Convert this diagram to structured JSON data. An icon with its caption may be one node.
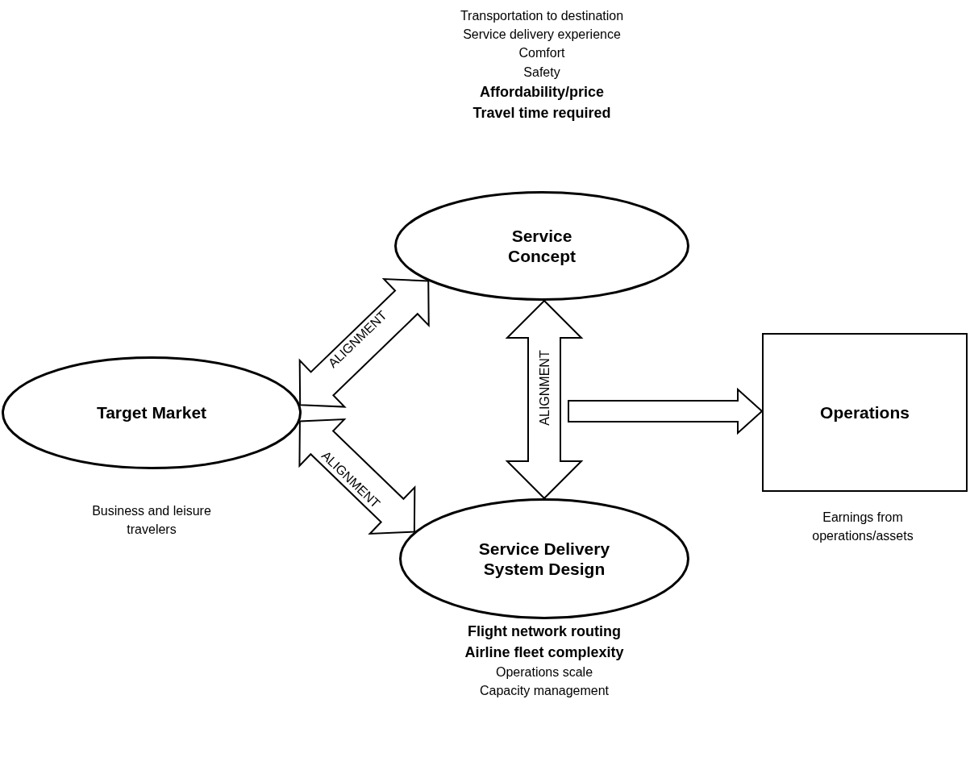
{
  "diagram": {
    "nodes": [
      {
        "text": [
          "Service Concept"
        ],
        "beside": [
          "Transportation to destination",
          "Service delivery experience",
          "Comfort",
          "Safety",
          "**Affordability/price**",
          "**Travel time required**"
        ]
      },
      {
        "text": [
          "Target Market"
        ],
        "beside": [
          "Business and leisure travelers"
        ]
      },
      {
        "text": [
          "Operations"
        ],
        "beside": [
          "Earnings from operations/assets"
        ]
      },
      {
        "text": [
          "Service Delivery System Design"
        ],
        "beside": [
          "**Flight network routing**",
          "**Airline fleet complexity**",
          "Operations scale",
          "Capacity management"
        ]
      }
    ],
    "edges": [
      {
        "from": 1,
        "to": 0,
        "arrow": "both",
        "label": "ALIGNMENT"
      },
      {
        "from": 1,
        "to": 3,
        "arrow": "both",
        "label": "ALIGNMENT"
      },
      {
        "from": 0,
        "to": 3,
        "arrow": "both",
        "label": "ALIGNMENT"
      },
      {
        "from": null,
        "to": 2,
        "arrow": "to"
      }
    ]
  }
}
